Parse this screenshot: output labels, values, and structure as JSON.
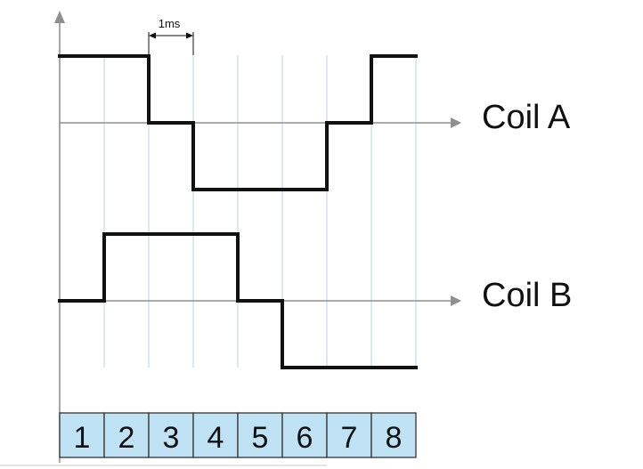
{
  "time_marker": {
    "label": "1ms"
  },
  "signals": [
    {
      "label": "Coil A",
      "levels": [
        1,
        1,
        0,
        -1,
        -1,
        -1,
        0,
        1
      ]
    },
    {
      "label": "Coil B",
      "levels": [
        0,
        1,
        1,
        1,
        0,
        -1,
        -1,
        -1
      ]
    }
  ],
  "steps": [
    "1",
    "2",
    "3",
    "4",
    "5",
    "6",
    "7",
    "8"
  ],
  "colors": {
    "grid": "#b9d3e4",
    "axis": "#8f8f8f",
    "waveform": "#111111",
    "step_cell": "#bfe2f5"
  }
}
